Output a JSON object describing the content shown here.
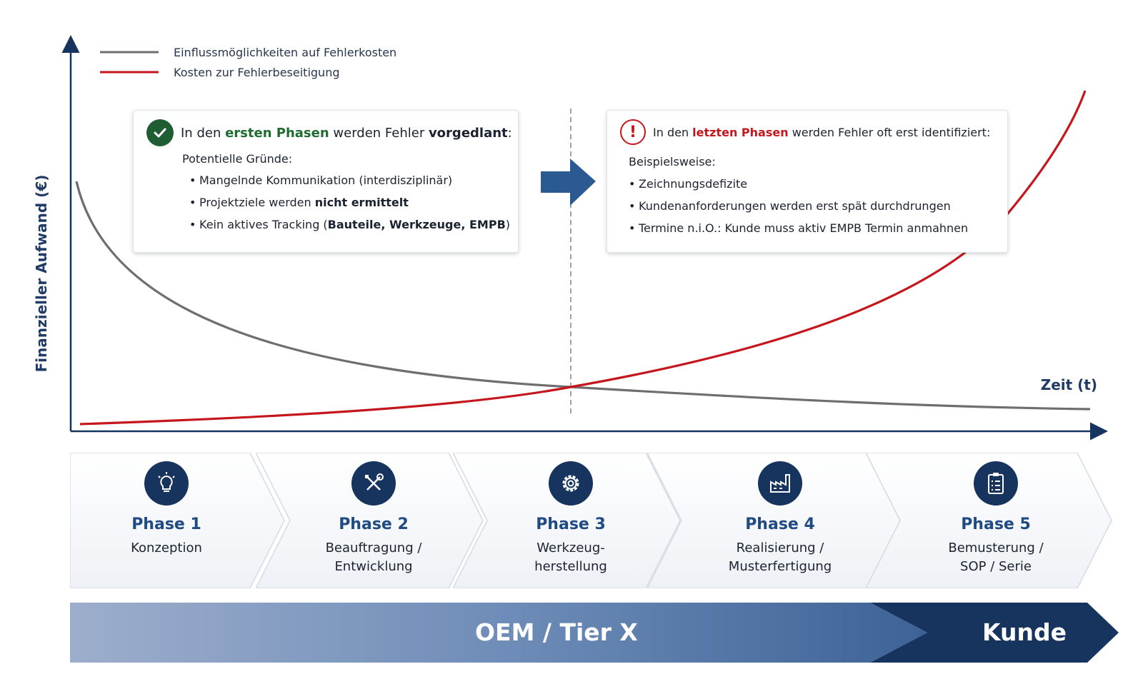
{
  "legend": {
    "influence_label": "Einflussmöglichkeiten auf Fehlerkosten",
    "cost_label": "Kosten zur Fehlerbeseitigung",
    "influence_color": "#6e6e6e",
    "cost_color": "#c4161c"
  },
  "axes": {
    "y_title": "Finanzieller Aufwand (€)",
    "x_title": "Zeit (t)"
  },
  "callout_left": {
    "head_pre": "In den ",
    "head_highlight": "ersten Phasen",
    "head_mid": " werden Fehler ",
    "head_bold": "vorgedlant",
    "head_end": ":",
    "subtitle": "Potentielle Gründe:",
    "items": [
      {
        "text": "Mangelnde Kommunikation (interdisziplinär)"
      },
      {
        "pre": "Projektziele ",
        "bold": "nicht ermittelt",
        "lead": "werden "
      },
      {
        "pre": "Kein aktives Tracking (",
        "bold": "Bauteile, Werkzeuge, EMPB",
        "post": ")"
      }
    ],
    "icon": "check-circle-icon",
    "icon_color": "#1f5e32"
  },
  "callout_right": {
    "head_pre": "In den ",
    "head_highlight": "letzten Phasen",
    "head_rest": " werden Fehler oft erst identifiziert:",
    "subtitle": "Beispielsweise:",
    "items": [
      "Zeichnungsdefizite",
      "Kundenanforderungen werden erst spät durchdrungen",
      "Termine n.i.O.: Kunde muss aktiv EMPB Termin anmahnen"
    ],
    "icon": "alert-circle-icon",
    "icon_color": "#c4161c"
  },
  "phases": [
    {
      "title": "Phase 1",
      "desc1": "Konzeption",
      "desc2": "",
      "icon": "lightbulb-icon"
    },
    {
      "title": "Phase 2",
      "desc1": "Beauftragung /",
      "desc2": "Entwicklung",
      "icon": "tools-icon"
    },
    {
      "title": "Phase 3",
      "desc1": "Werkzeug-",
      "desc2": "herstellung",
      "icon": "gear-icon"
    },
    {
      "title": "Phase 4",
      "desc1": "Realisierung /",
      "desc2": "Musterfertigung",
      "icon": "factory-icon"
    },
    {
      "title": "Phase 5",
      "desc1": "Bemusterung /",
      "desc2": "SOP / Serie",
      "icon": "clipboard-icon"
    }
  ],
  "band": {
    "oem_label": "OEM / Tier X",
    "customer_label": "Kunde",
    "dark_color": "#17345f"
  }
}
